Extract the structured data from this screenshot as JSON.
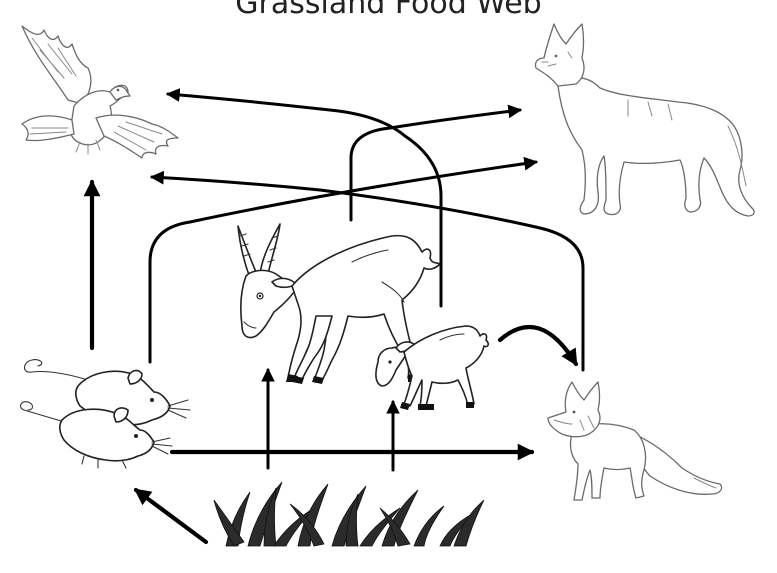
{
  "diagram": {
    "title": "Grassland Food Web",
    "organisms": [
      {
        "id": "eagle",
        "icon": "eagle-icon"
      },
      {
        "id": "wolf",
        "icon": "wolf-icon"
      },
      {
        "id": "saiga-adult",
        "icon": "saiga-antelope-icon"
      },
      {
        "id": "saiga-young",
        "icon": "saiga-calf-icon"
      },
      {
        "id": "mice",
        "icon": "mouse-icon"
      },
      {
        "id": "fox",
        "icon": "fox-icon"
      },
      {
        "id": "grass",
        "icon": "grass-icon"
      }
    ],
    "edges": [
      {
        "from": "mice",
        "to": "eagle"
      },
      {
        "from": "mice",
        "to": "wolf"
      },
      {
        "from": "mice",
        "to": "fox"
      },
      {
        "from": "grass",
        "to": "mice"
      },
      {
        "from": "grass",
        "to": "saiga-adult"
      },
      {
        "from": "grass",
        "to": "saiga-young"
      },
      {
        "from": "saiga-adult",
        "to": "wolf"
      },
      {
        "from": "saiga-young",
        "to": "eagle"
      },
      {
        "from": "saiga-young",
        "to": "fox"
      },
      {
        "from": "fox",
        "to": "eagle"
      }
    ]
  }
}
